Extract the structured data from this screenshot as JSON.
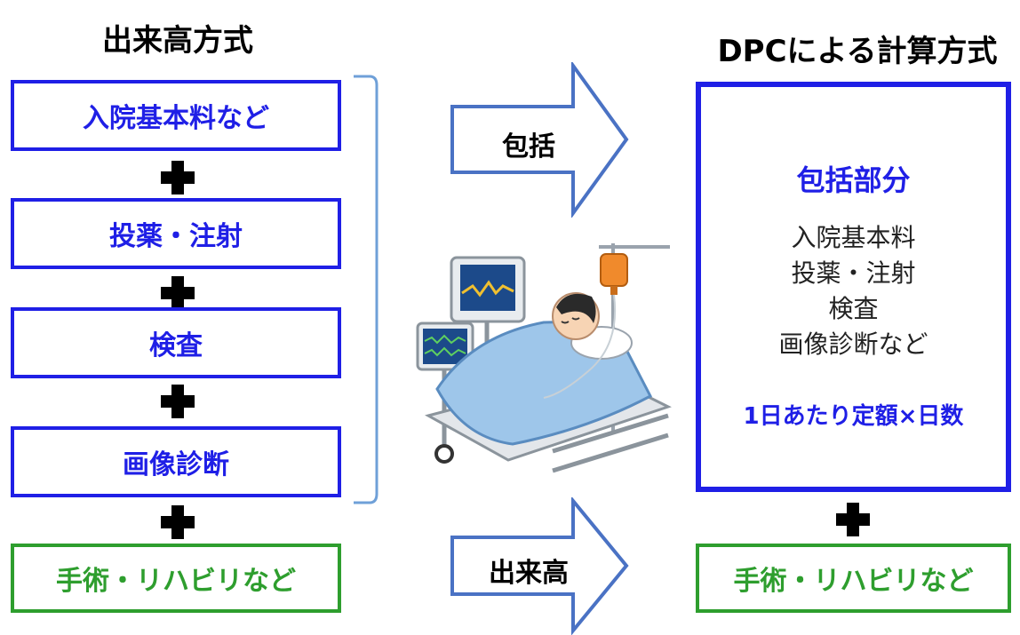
{
  "left": {
    "heading": "出来高方式",
    "items": [
      "入院基本料など",
      "投薬・注射",
      "検査",
      "画像診断"
    ],
    "extra": "手術・リハビリなど"
  },
  "arrows": {
    "bundled_label": "包括",
    "fee_label": "出来高"
  },
  "right": {
    "heading": "DPCによる計算方式",
    "box_title": "包括部分",
    "box_items": [
      "入院基本料",
      "投薬・注射",
      "検査",
      "画像診断など"
    ],
    "rate": "1日あたり定額×日数",
    "extra": "手術・リハビリなど"
  },
  "colors": {
    "blue": "#1f1fe6",
    "green": "#2e9e2e",
    "arrow_stroke": "#4a72c4"
  }
}
